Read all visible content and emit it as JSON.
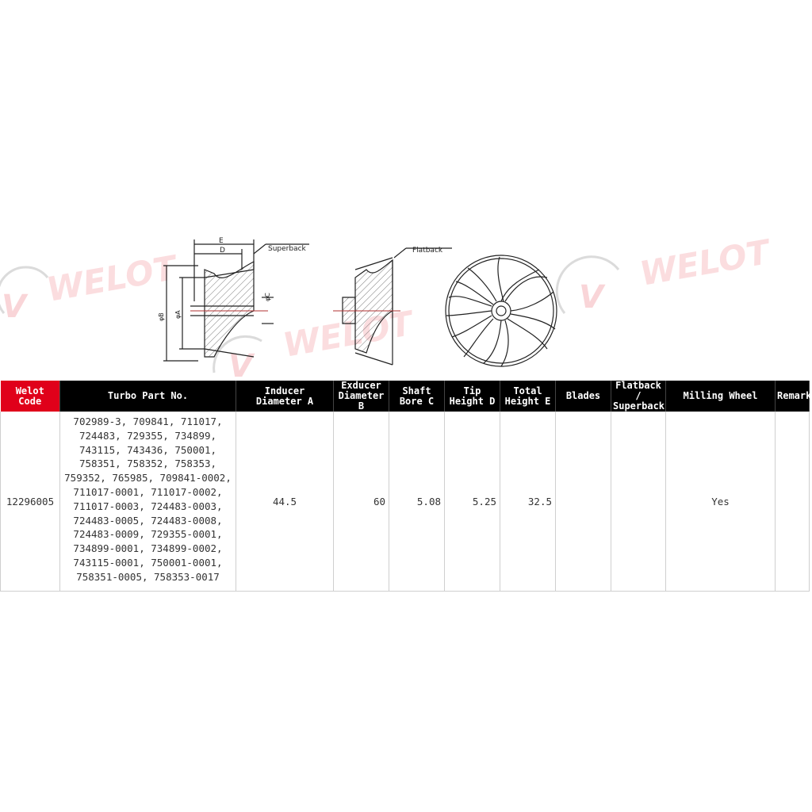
{
  "watermarks": [
    "WELOT",
    "WELOT",
    "WELOT"
  ],
  "drawing_labels": {
    "e": "E",
    "d": "D",
    "superback": "Superback",
    "flatback": "Flatback",
    "phi_b": "φB",
    "phi_a": "φA",
    "phi_c": "φC"
  },
  "table": {
    "headers": {
      "welot_code": "Welot Code",
      "turbo_part_no": "Turbo Part No.",
      "inducer_line1": "Inducer",
      "inducer_line2": "Diameter A",
      "exducer_line1": "Exducer",
      "exducer_line2": "Diameter B",
      "shaft_line1": "Shaft",
      "shaft_line2": "Bore  C",
      "tip_line1": "Tip",
      "tip_line2": "Height D",
      "total_line1": "Total",
      "total_line2": "Height E",
      "blades": "Blades",
      "flatback_line1": "Flatback /",
      "flatback_line2": "Superback",
      "milling_wheel": "Milling  Wheel",
      "remark": "Remark"
    },
    "row": {
      "welot_code": "12296005",
      "turbo_parts": [
        "702989-3,  709841,  711017,",
        "724483,  729355,  734899,",
        "743115,  743436,  750001,",
        "758351,  758352,  758353,",
        "759352,  765985,  709841-0002,",
        "711017-0001,  711017-0002,",
        "711017-0003,  724483-0003,",
        "724483-0005,  724483-0008,",
        "724483-0009,  729355-0001,",
        "734899-0001,  734899-0002,",
        "743115-0001,  750001-0001,",
        "758351-0005,  758353-0017"
      ],
      "inducer_a": "44.5",
      "exducer_b": "60",
      "shaft_bore_c": "5.08",
      "tip_height_d": "5.25",
      "total_height_e": "32.5",
      "blades": "",
      "flatback_superback": "",
      "milling_wheel": "Yes",
      "remark": ""
    }
  }
}
